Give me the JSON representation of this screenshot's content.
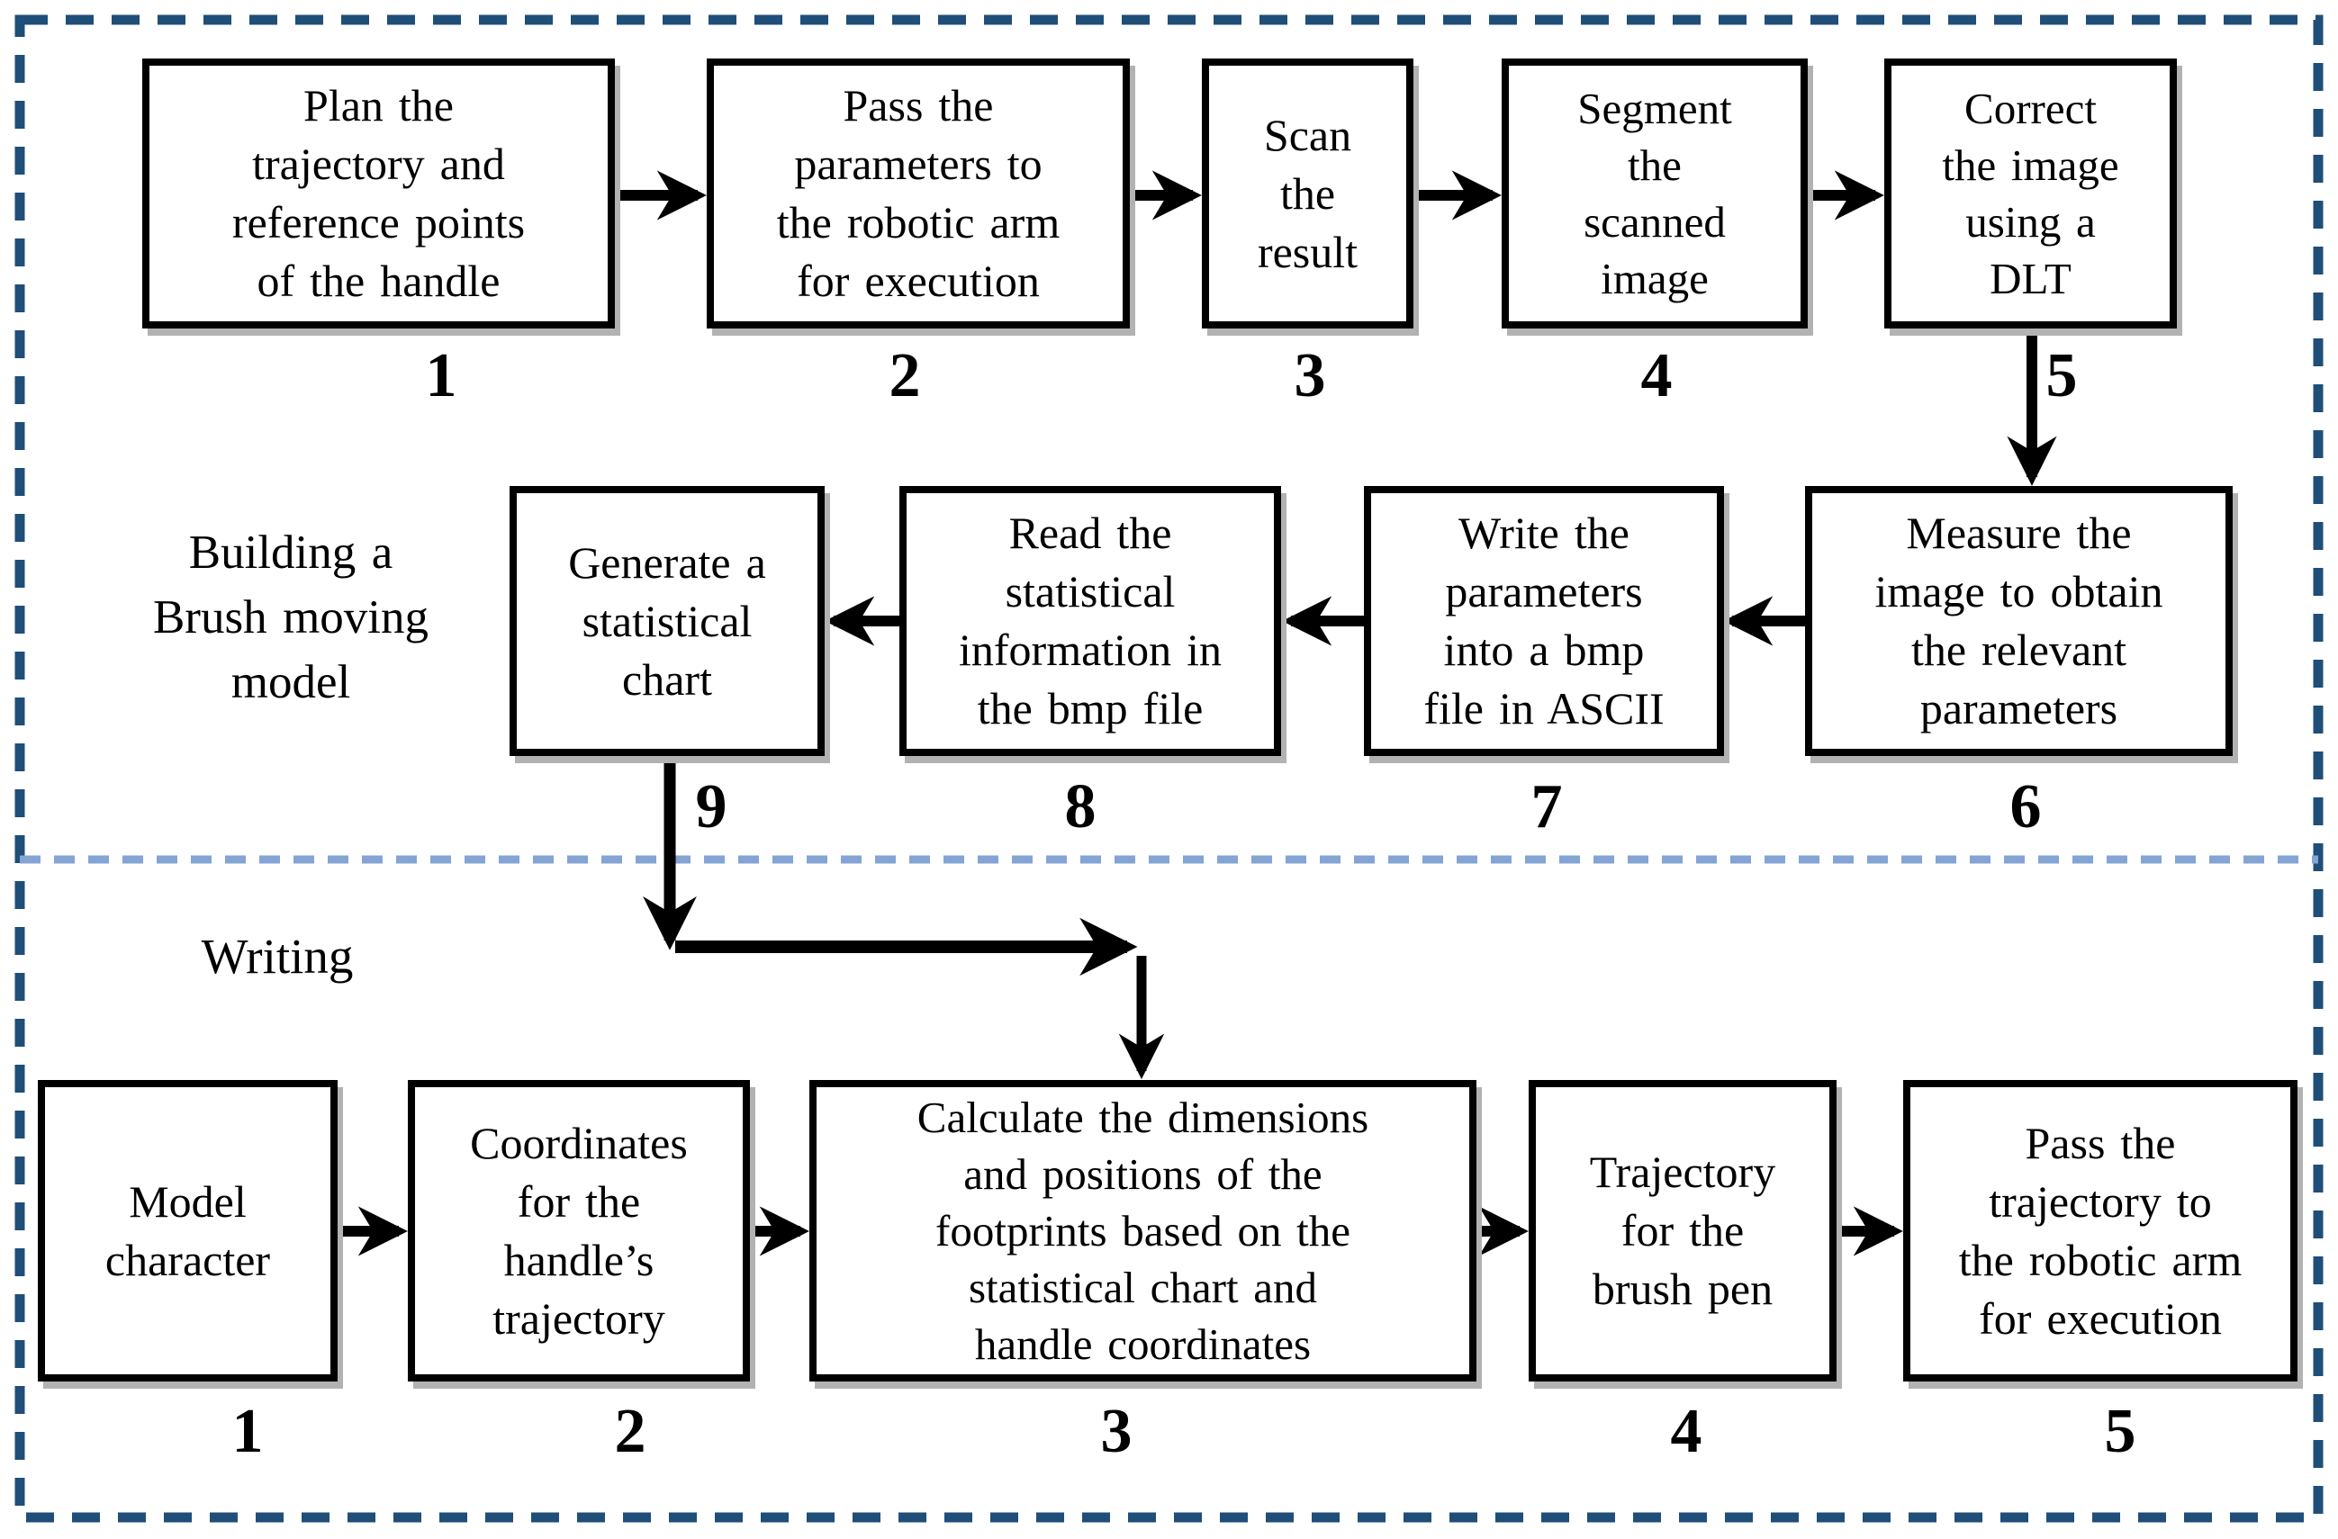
{
  "sections": {
    "model": {
      "label": "Building a\nBrush moving\nmodel",
      "steps": [
        {
          "num": "1",
          "text": "Plan the\ntrajectory and\nreference points\nof the handle"
        },
        {
          "num": "2",
          "text": "Pass the\nparameters to\nthe robotic arm\nfor execution"
        },
        {
          "num": "3",
          "text": "Scan\nthe\nresult"
        },
        {
          "num": "4",
          "text": "Segment\nthe\nscanned\nimage"
        },
        {
          "num": "5",
          "text": "Correct\nthe image\nusing a\nDLT"
        },
        {
          "num": "6",
          "text": "Measure the\nimage to obtain\nthe relevant\nparameters"
        },
        {
          "num": "7",
          "text": "Write the\nparameters\ninto a bmp\nfile in ASCII"
        },
        {
          "num": "8",
          "text": "Read the\nstatistical\ninformation in\nthe bmp file"
        },
        {
          "num": "9",
          "text": "Generate a\nstatistical\nchart"
        }
      ]
    },
    "writing": {
      "label": "Writing",
      "steps": [
        {
          "num": "1",
          "text": "Model\ncharacter"
        },
        {
          "num": "2",
          "text": "Coordinates\nfor the\nhandle’s\ntrajectory"
        },
        {
          "num": "3",
          "text": "Calculate the dimensions\nand positions of the\nfootprints based on the\nstatistical chart and\nhandle coordinates"
        },
        {
          "num": "4",
          "text": "Trajectory\nfor the\nbrush pen"
        },
        {
          "num": "5",
          "text": "Pass the\ntrajectory to\nthe robotic arm\nfor execution"
        }
      ]
    }
  },
  "colors": {
    "outer_border": "#1f4e79",
    "section_divider": "#84a4d4",
    "box_border": "#000000",
    "arrow": "#000000",
    "text": "#000000",
    "background": "#ffffff"
  }
}
